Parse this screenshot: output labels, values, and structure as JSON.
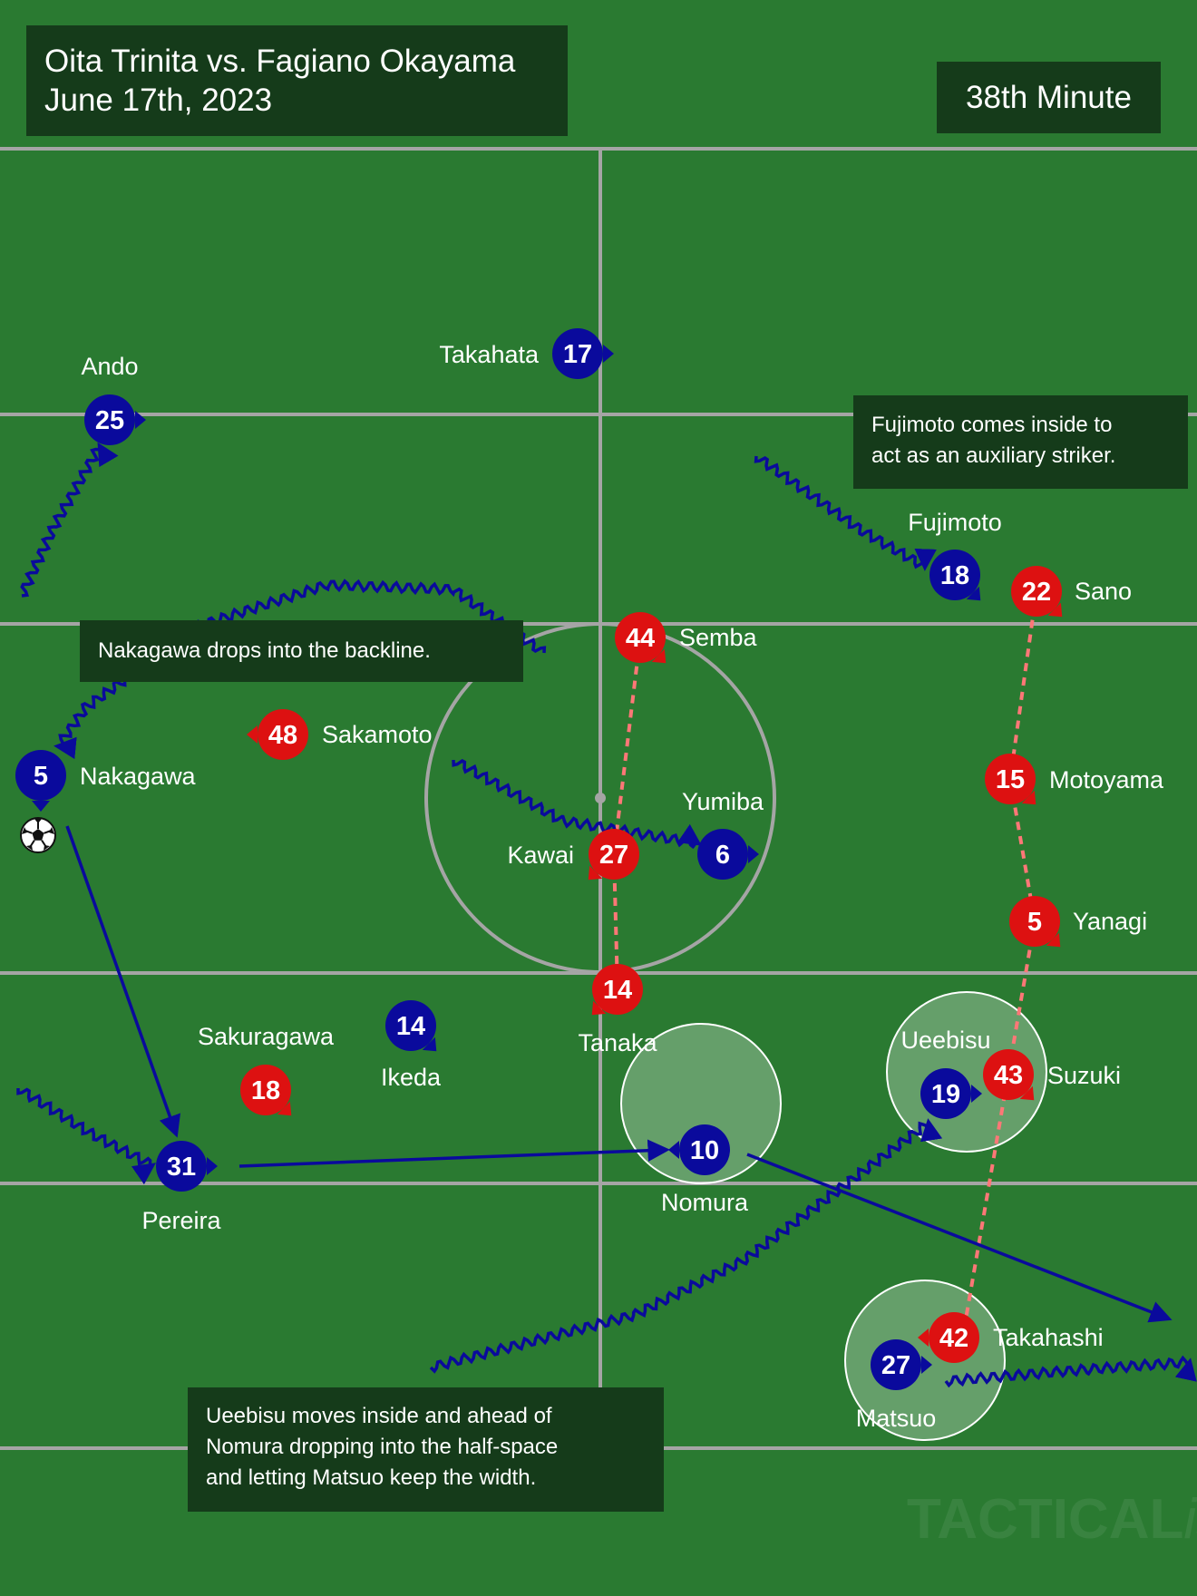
{
  "header": {
    "match": "Oita Trinita vs. Fagiano Okayama",
    "date": "June 17th, 2023",
    "minute": "38th Minute"
  },
  "colors": {
    "pitch": "#2a7a31",
    "lines": "#a5a5a5",
    "blue_team": "#0a0a9c",
    "red_team": "#dd1111",
    "red_lines": "#ff7777",
    "annotation_box": "#153b1a"
  },
  "notes": {
    "fujimoto": [
      "Fujimoto comes inside to",
      "act as an auxiliary striker."
    ],
    "nakagawa": "Nakagawa drops into the backline.",
    "ueebisu": [
      "Ueebisu moves inside and ahead of",
      "Nomura dropping into the half-space",
      "and letting Matsuo keep the width."
    ]
  },
  "blue_players": [
    {
      "number": "25",
      "name": "Ando"
    },
    {
      "number": "17",
      "name": "Takahata"
    },
    {
      "number": "18",
      "name": "Fujimoto"
    },
    {
      "number": "5",
      "name": "Nakagawa"
    },
    {
      "number": "6",
      "name": "Yumiba"
    },
    {
      "number": "14",
      "name": "Ikeda"
    },
    {
      "number": "19",
      "name": "Ueebisu"
    },
    {
      "number": "31",
      "name": "Pereira"
    },
    {
      "number": "10",
      "name": "Nomura"
    },
    {
      "number": "27",
      "name": "Matsuo"
    }
  ],
  "red_players": [
    {
      "number": "22",
      "name": "Sano"
    },
    {
      "number": "44",
      "name": "Semba"
    },
    {
      "number": "48",
      "name": "Sakamoto"
    },
    {
      "number": "15",
      "name": "Motoyama"
    },
    {
      "number": "27",
      "name": "Kawai"
    },
    {
      "number": "5",
      "name": "Yanagi"
    },
    {
      "number": "14",
      "name": "Tanaka"
    },
    {
      "number": "18",
      "name": "Sakuragawa"
    },
    {
      "number": "43",
      "name": "Suzuki"
    },
    {
      "number": "42",
      "name": "Takahashi"
    }
  ],
  "ball_icon": "soccer-ball-icon",
  "watermark": {
    "main": "TACTICAL",
    "suffix": "ista"
  }
}
